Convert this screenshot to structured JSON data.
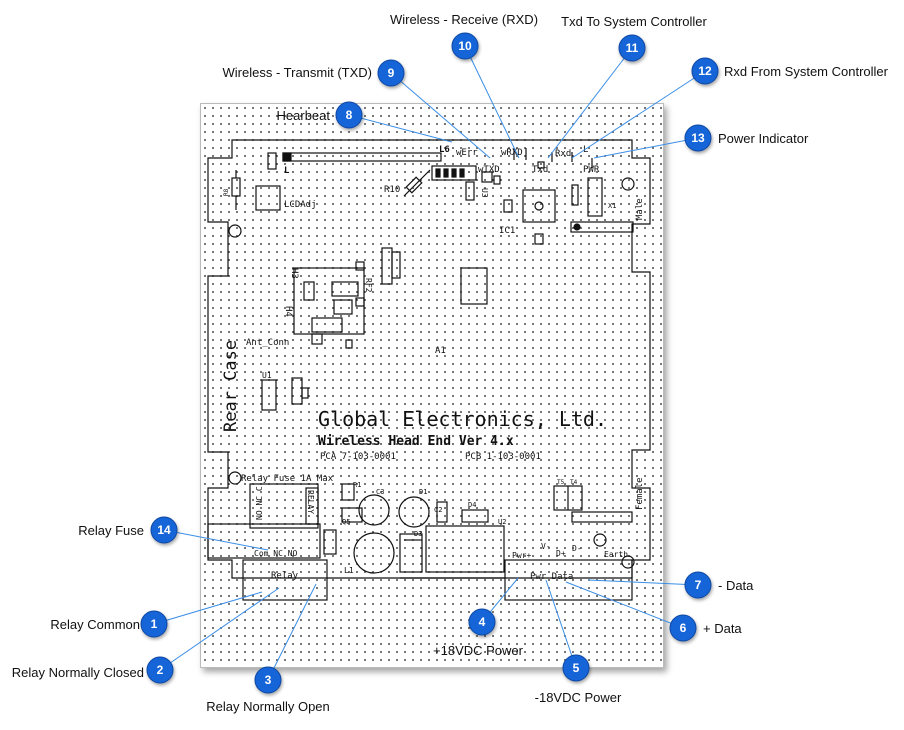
{
  "board": {
    "vertical_label": "Rear Case",
    "company": "Global Electronics, Ltd.",
    "product": "Wireless Head End  Ver 4.x",
    "pca": "PCA 7-103-0001",
    "pcb": "PCB 1-103-0001",
    "silkscreen": {
      "l6": "L6",
      "lcd_l": "L",
      "wErr": "wErr",
      "wRXD": "wRXD",
      "wTXD": "wTXD",
      "Txd": "Txd",
      "Rxd": "Rxd",
      "L_right": "L",
      "PWR": "PWR",
      "X1": "X1",
      "Male": "Male",
      "LCDAdj": "LCDAdj",
      "R10": "R10",
      "U3": "U3",
      "IC1": "IC1",
      "R8": "R8",
      "H3": "H3",
      "RF2": "RF2",
      "H4": "H4",
      "Ant_Conn": "Ant_Conn",
      "A1": "A1",
      "U1": "U1",
      "relay_fuse_label": "Relay Fuse 1A Max",
      "relay_terms": "NO NC C",
      "relay_part": "RELAY",
      "R1": "R1",
      "Q5": "Q5",
      "C3": "C3",
      "D1": "D1",
      "D3": "D3",
      "C2": "C2",
      "D4": "D4",
      "U2": "U2",
      "T5": "T5",
      "T4": "T4",
      "Female": "Female",
      "Pwr_plus": "Pwr+",
      "V_minus": "V-",
      "D_plus": "D+",
      "D_minus": "D-",
      "Earth": "Earth",
      "com_nc_no": "Com NC NO",
      "Relay": "Relay",
      "L1": "L1",
      "pwr_data": "Pwr Data"
    }
  },
  "callouts": [
    {
      "num": "1",
      "label": "Relay Common"
    },
    {
      "num": "2",
      "label": "Relay Normally Closed"
    },
    {
      "num": "3",
      "label": "Relay Normally Open"
    },
    {
      "num": "4",
      "label": "+18VDC Power"
    },
    {
      "num": "5",
      "label": "-18VDC Power"
    },
    {
      "num": "6",
      "label": "+ Data"
    },
    {
      "num": "7",
      "label": "- Data"
    },
    {
      "num": "8",
      "label": "Hearbeat"
    },
    {
      "num": "9",
      "label": "Wireless - Transmit (TXD)"
    },
    {
      "num": "10",
      "label": "Wireless - Receive (RXD)"
    },
    {
      "num": "11",
      "label": "Txd To System Controller"
    },
    {
      "num": "12",
      "label": "Rxd From System Controller"
    },
    {
      "num": "13",
      "label": "Power Indicator"
    },
    {
      "num": "14",
      "label": "Relay Fuse"
    }
  ],
  "colors": {
    "badge_fill": "#1565d8",
    "badge_stroke": "#0d47a1",
    "leader_line": "#3a8ee6",
    "pcb_ink": "#111111"
  }
}
